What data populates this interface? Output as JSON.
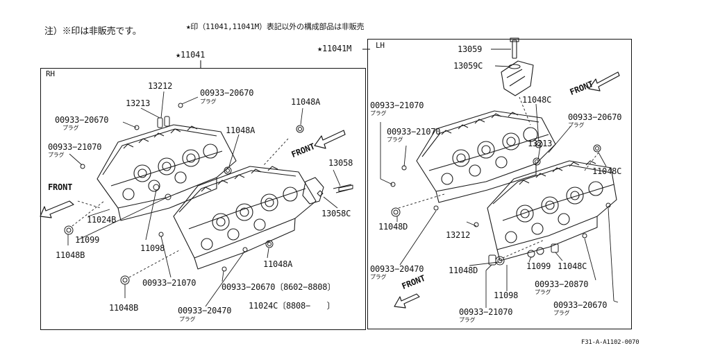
{
  "header": {
    "note_left": "注）※印は非販売です。",
    "note_right": "★印（11041,11041M）表記以外の構成部品は非販売"
  },
  "rh": {
    "assembly": "★11041",
    "side": "RH",
    "front": "FRONT",
    "callouts": {
      "c1": "13212",
      "c2": "00933−20670",
      "c2s": "プラグ",
      "c3": "13213",
      "c4": "11048A",
      "c5": "00933−20670",
      "c5s": "プラグ",
      "c6": "11048A",
      "c7": "00933−21070",
      "c7s": "プラグ",
      "c8": "13058",
      "c9": "11024B",
      "c10": "13058C",
      "c11": "11048B",
      "c12": "11099",
      "c13": "11098",
      "c14": "11048A",
      "c15": "00933−21070",
      "c16": "00933−20670〔8602−8808〕",
      "c17": "11048B",
      "c18": "00933−20470",
      "c18s": "プラグ",
      "c19": "11024C〔8808−　　〕"
    }
  },
  "lh": {
    "assembly": "★11041M",
    "side": "LH",
    "front_top": "FRONT",
    "front_bottom": "FRONT",
    "callouts": {
      "c1": "13059",
      "c2": "13059C",
      "c3": "00933−21070",
      "c3s": "プラグ",
      "c4": "11048C",
      "c5": "00933−21070",
      "c5s": "プラグ",
      "c6": "00933−20670",
      "c6s": "プラグ",
      "c7": "13213",
      "c8": "11048C",
      "c9": "11048D",
      "c10": "13212",
      "c11": "00933−20470",
      "c11s": "プラグ",
      "c12": "11048D",
      "c13": "11099",
      "c14": "11048C",
      "c15": "11098",
      "c16": "00933−20870",
      "c16s": "プラグ",
      "c17": "00933−21070",
      "c17s": "プラグ",
      "c18": "00933−20670",
      "c18s": "プラグ"
    }
  },
  "footer": {
    "code": "F31-A-A1102-0070"
  }
}
